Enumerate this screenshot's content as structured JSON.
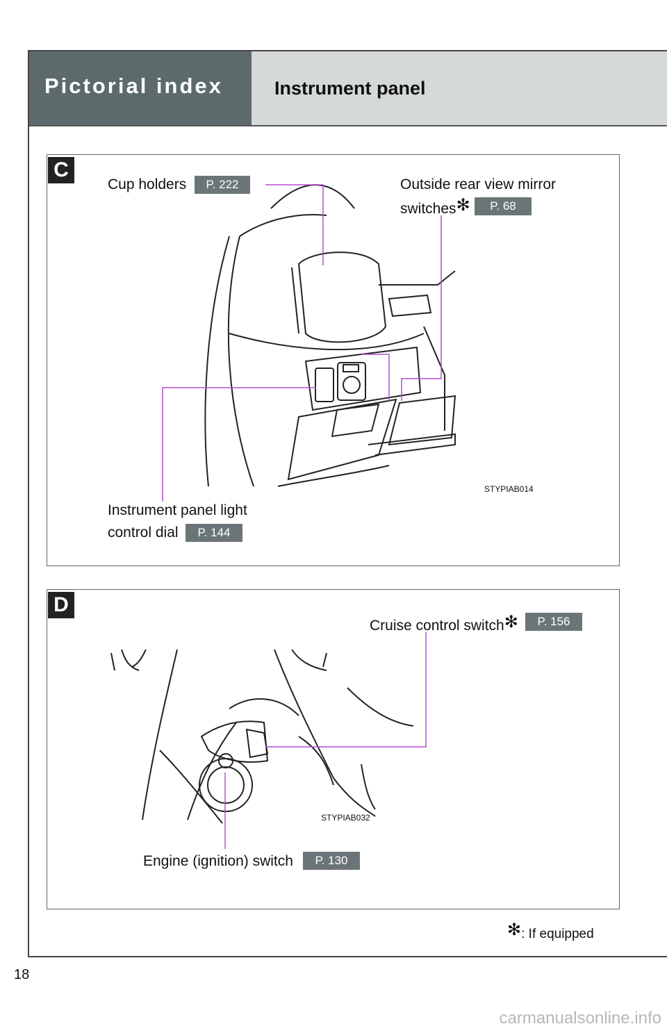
{
  "header": {
    "title": "Pictorial index",
    "subtitle": "Instrument panel"
  },
  "sections": {
    "C": {
      "letter": "C",
      "cup_holders": {
        "label": "Cup holders",
        "ref": "P. 222"
      },
      "mirror": {
        "line1": "Outside rear view mirror",
        "line2": "switches",
        "star": "✻",
        "ref": "P. 68"
      },
      "dial": {
        "line1": "Instrument panel light",
        "line2": "control dial",
        "ref": "P. 144"
      },
      "code": "STYPIAB014"
    },
    "D": {
      "letter": "D",
      "cruise": {
        "label": "Cruise control switch",
        "star": "✻",
        "ref": "P. 156"
      },
      "engine": {
        "label": "Engine (ignition) switch",
        "ref": "P. 130"
      },
      "code": "STYPIAB032"
    }
  },
  "footnote": {
    "star": "✻",
    "text": ": If equipped"
  },
  "page_number": "18",
  "watermark": "carmanualsonline.info"
}
